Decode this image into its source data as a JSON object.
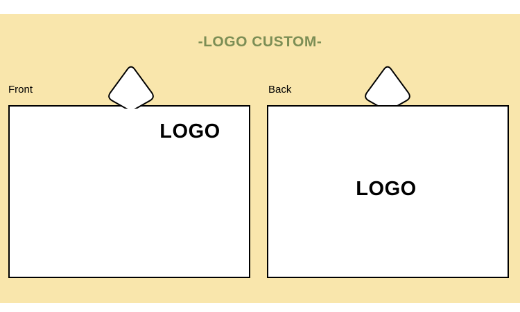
{
  "header": {
    "title": "-LOGO CUSTOM-",
    "title_color": "#7C8E55"
  },
  "colors": {
    "background": "#F9E6AC",
    "page": "#FFFFFF",
    "outline": "#000000"
  },
  "panels": [
    {
      "id": "front",
      "label": "Front",
      "logo_text": "LOGO",
      "hang_tab_icon": "rounded-diamond-tab"
    },
    {
      "id": "back",
      "label": "Back",
      "logo_text": "LOGO",
      "hang_tab_icon": "rounded-diamond-tab"
    }
  ]
}
